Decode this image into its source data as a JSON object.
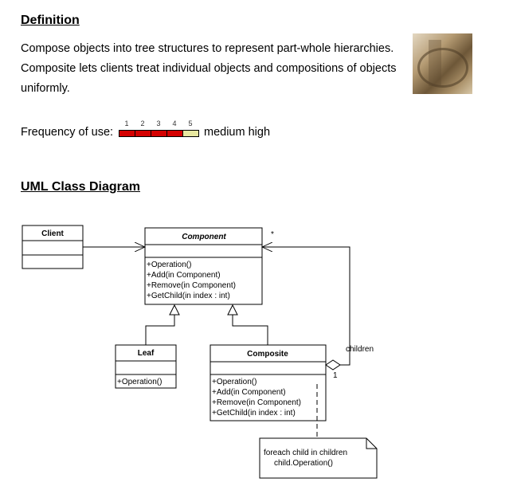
{
  "definition": {
    "heading": "Definition",
    "lines": [
      "Compose objects into tree structures to represent part-whole hierarchies.",
      "Composite lets clients treat individual objects and compositions of objects",
      "uniformly."
    ]
  },
  "frequency": {
    "label": "Frequency of use:",
    "scale": [
      "1",
      "2",
      "3",
      "4",
      "5"
    ],
    "level": 4,
    "max": 5,
    "filled_color": "#d40000",
    "empty_color": "#e8e8a0",
    "value_text": "medium high"
  },
  "uml": {
    "heading": "UML Class Diagram",
    "client": {
      "name": "Client"
    },
    "component": {
      "name": "Component",
      "methods": [
        "+Operation()",
        "+Add(in Component)",
        "+Remove(in Component)",
        "+GetChild(in index : int)"
      ]
    },
    "leaf": {
      "name": "Leaf",
      "methods": [
        "+Operation()"
      ]
    },
    "composite": {
      "name": "Composite",
      "methods": [
        "+Operation()",
        "+Add(in Component)",
        "+Remove(in Component)",
        "+GetChild(in index : int)"
      ]
    },
    "aggregation": {
      "role": "children",
      "mult_many": "*",
      "mult_one": "1"
    },
    "note": {
      "lines": [
        "foreach child in children",
        "child.Operation()"
      ]
    }
  }
}
